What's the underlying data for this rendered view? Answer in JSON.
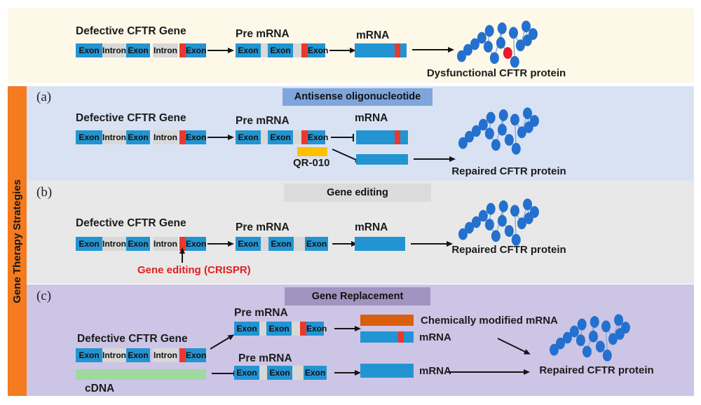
{
  "sidebar": {
    "label": "Gene Therapy Strategies"
  },
  "labels": {
    "exon": "Exon",
    "intron": "Intron",
    "defective_gene": "Defective CFTR Gene",
    "pre_mrna": "Pre mRNA",
    "mrna": "mRNA",
    "dysfunctional_protein": "Dysfunctional  CFTR protein",
    "repaired_protein": "Repaired CFTR protein",
    "qr010": "QR-010",
    "crispr": "Gene editing (CRISPR)",
    "cdna": "cDNA",
    "chem_mrna": "Chemically modified mRNA"
  },
  "sections": {
    "a": {
      "tag": "(a)",
      "header": "Antisense oligonucleotide"
    },
    "b": {
      "tag": "(b)",
      "header": "Gene editing"
    },
    "c": {
      "tag": "(c)",
      "header": "Gene Replacement"
    }
  },
  "colors": {
    "cream_bg": "#FDF8E8",
    "sidebar_orange": "#F47B20",
    "section_a_bg": "#D9E2F3",
    "header_a_bg": "#7EA6DC",
    "section_b_bg": "#E9E8E8",
    "header_b_bg": "#DBDBDB",
    "section_c_bg": "#CDC5E5",
    "header_c_bg": "#A294C1",
    "exon_blue": "#2394D2",
    "intron_gray": "#D8D8D8",
    "mutation_red": "#E8392E",
    "qr010_yellow": "#FFC000",
    "cdna_green": "#9FD99F",
    "chem_mrna_orange": "#D95F0E",
    "protein_blue": "#2470CE",
    "protein_red": "#E8192E",
    "protein_link": "#7EA6DC",
    "crispr_red": "#E02020"
  }
}
